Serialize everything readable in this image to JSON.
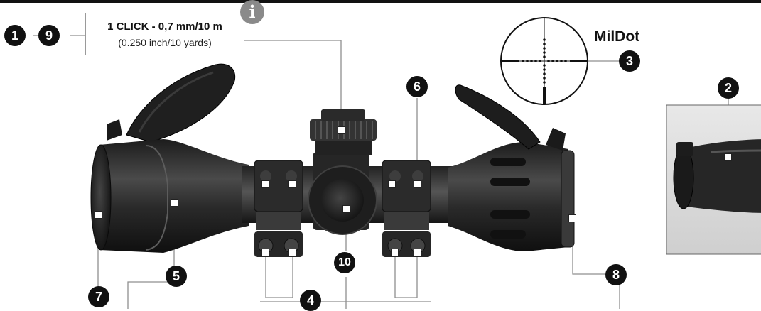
{
  "callout": {
    "line1": "1 CLICK - 0,7 mm/10 m",
    "line2": "(0.250 inch/10 yards)",
    "info_glyph": "i"
  },
  "reticle": {
    "label": "MilDot"
  },
  "numbers": {
    "n1": "1",
    "n2": "2",
    "n3": "3",
    "n4": "4",
    "n5": "5",
    "n6": "6",
    "n7": "7",
    "n8": "8",
    "n9": "9",
    "n10": "10"
  },
  "colors": {
    "ink": "#111111",
    "scope_body": "#2b2b2b",
    "info_gray": "#8a8a8a",
    "leader_gray": "#8f8f8f"
  }
}
